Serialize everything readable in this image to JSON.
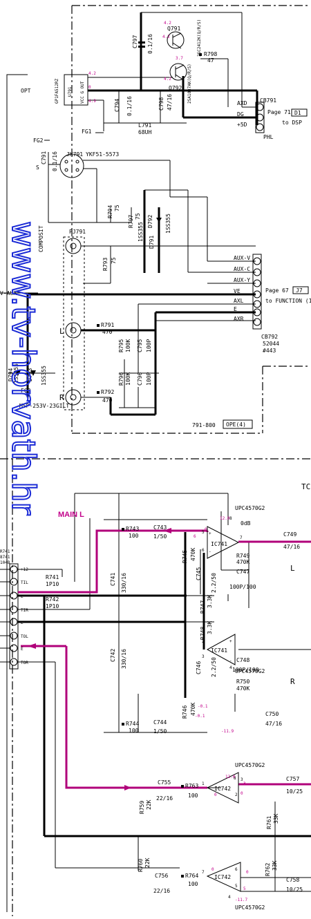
{
  "diagram": {
    "top_board": {
      "opt_label": "OPT",
      "v_aux_label": "V-AUX",
      "composite_label": "COMPOSIT",
      "s_label": "S",
      "l_label": "L",
      "r_label": "R",
      "board_code": "791-800",
      "board_box": "OPE(4)",
      "parts": [
        {
          "ref": "C797",
          "value": "0.1/16"
        },
        {
          "ref": "Q791",
          "value": "2SC2412K(Q/R/S)"
        },
        {
          "ref": "Q792",
          "value": "2SA1037AK(Q/R/S)"
        },
        {
          "ref": "R798",
          "value": "47"
        },
        {
          "ref": "U791",
          "value": "GP1FA512RZ"
        },
        {
          "ref": "C794",
          "value": "0.1/16"
        },
        {
          "ref": "C798",
          "value": "47/16"
        },
        {
          "ref": "L791",
          "value": "68UH"
        },
        {
          "ref": "C791",
          "value": "0.1/16"
        },
        {
          "ref": "JK791",
          "value": "YKF51-5573"
        },
        {
          "ref": "R794",
          "value": "75"
        },
        {
          "ref": "R797",
          "value": "75"
        },
        {
          "ref": "D791",
          "value": "1SS355"
        },
        {
          "ref": "D792",
          "value": "1SS355"
        },
        {
          "ref": "PJ791",
          "value": "MSP-253V-23GILT"
        },
        {
          "ref": "R793",
          "value": "75"
        },
        {
          "ref": "R791",
          "value": "470"
        },
        {
          "ref": "R795",
          "value": "100K"
        },
        {
          "ref": "C795",
          "value": "100P"
        },
        {
          "ref": "R796",
          "value": "100K"
        },
        {
          "ref": "C796",
          "value": "100P"
        },
        {
          "ref": "R792",
          "value": "470"
        },
        {
          "ref": "D794",
          "value": "1SS355"
        },
        {
          "ref": "D793",
          "value": "1SS355"
        }
      ],
      "u791_pins": "VCC G OUT",
      "fg_labels": [
        "FG1",
        "FG2",
        "FG3"
      ],
      "cb791": {
        "ref": "CB791",
        "pins": [
          "AXD",
          "DG",
          "+5D"
        ],
        "ref_page": "Page 71",
        "ref_box": "D1",
        "ref_to": "to DSP",
        "end": "PHL"
      },
      "cb792": {
        "ref": "CB792",
        "pins": [
          "AUX-V",
          "AUX-C",
          "AUX-Y",
          "VE",
          "AXL",
          "E",
          "AXR"
        ],
        "ref_page": "Page 67",
        "ref_box": "J7",
        "ref_to": "to FUNCTION (1",
        "part_no": "52044",
        "count": "#443"
      },
      "voltages": [
        "4.2",
        "4.2",
        "3.7",
        "4.2",
        "4.9",
        "0"
      ]
    },
    "bottom_board": {
      "tc_label": "TC",
      "main_l_label": "MAIN L",
      "left_conn_ref": "R741",
      "left_conn_sub": "8741",
      "left_conn_sub2": "104B",
      "left_pins": [
        "+12",
        "TIL",
        "E",
        "TIR",
        "E",
        "TOL",
        "E",
        "TOR"
      ],
      "op_amps": [
        {
          "ref": "IC741",
          "type": "UPC4570G2"
        },
        {
          "ref": "IC742",
          "type": "UPC4570G2"
        }
      ],
      "parts": [
        {
          "ref": "R743",
          "value": "100"
        },
        {
          "ref": "C743",
          "value": "1/50"
        },
        {
          "ref": "C749",
          "value": "47/16"
        },
        {
          "ref": "R749",
          "value": "470K"
        },
        {
          "ref": "C747",
          "value": "100P/100"
        },
        {
          "ref": "R745",
          "value": "470K"
        },
        {
          "ref": "C745",
          "value": "2.2/50"
        },
        {
          "ref": "R741",
          "value": "1P10"
        },
        {
          "ref": "R742",
          "value": "1P10"
        },
        {
          "ref": "C741",
          "value": "330/16"
        },
        {
          "ref": "R747",
          "value": "3.3K"
        },
        {
          "ref": "R748",
          "value": "3.3K"
        },
        {
          "ref": "C742",
          "value": "330/16"
        },
        {
          "ref": "C746",
          "value": "2.2/50"
        },
        {
          "ref": "C748",
          "value": "100P/100"
        },
        {
          "ref": "R750",
          "value": "470K"
        },
        {
          "ref": "R746",
          "value": "470K"
        },
        {
          "ref": "R744",
          "value": "100"
        },
        {
          "ref": "C744",
          "value": "1/50"
        },
        {
          "ref": "C750",
          "value": "47/16"
        },
        {
          "ref": "C755",
          "value": "22/16"
        },
        {
          "ref": "R763",
          "value": "100"
        },
        {
          "ref": "C757",
          "value": "10/25"
        },
        {
          "ref": "R759",
          "value": "22K"
        },
        {
          "ref": "R761",
          "value": "33K"
        },
        {
          "ref": "R760",
          "value": "22K"
        },
        {
          "ref": "C756",
          "value": "22/16"
        },
        {
          "ref": "R764",
          "value": "100"
        },
        {
          "ref": "R762",
          "value": "33K"
        },
        {
          "ref": "C758",
          "value": "10/25"
        }
      ],
      "gain_label": "0dB",
      "ch_l": "L",
      "ch_r": "R",
      "voltages": [
        "12.0",
        "0",
        "6",
        "-0.1",
        "-0.1",
        "-11.9",
        "12.0",
        "3",
        "0",
        "0",
        "5",
        "-11.7",
        "0",
        "0",
        "0"
      ],
      "pin_numbers": [
        "8",
        "5",
        "6",
        "7",
        "4",
        "3",
        "2",
        "1",
        "8",
        "3",
        "2",
        "1",
        "7",
        "6",
        "5",
        "4"
      ]
    },
    "watermark": "www.tv-horvath.hr"
  }
}
